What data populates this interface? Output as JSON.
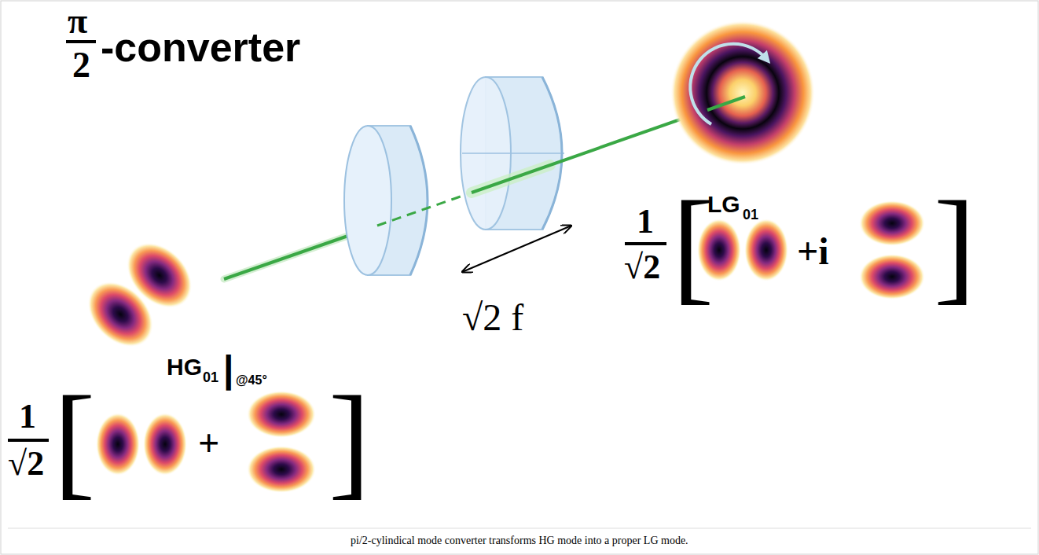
{
  "diagram": {
    "caption": "pi/2-cylindical mode converter transforms HG mode into a proper LG mode.",
    "labels": [
      "π",
      "2",
      "-converter",
      "√2 f",
      "LG",
      "01",
      "1",
      "√2",
      "[",
      "+i",
      "]",
      "HG",
      "01",
      "|",
      "@45°",
      "1",
      "√2",
      "[",
      "+",
      "]"
    ]
  }
}
